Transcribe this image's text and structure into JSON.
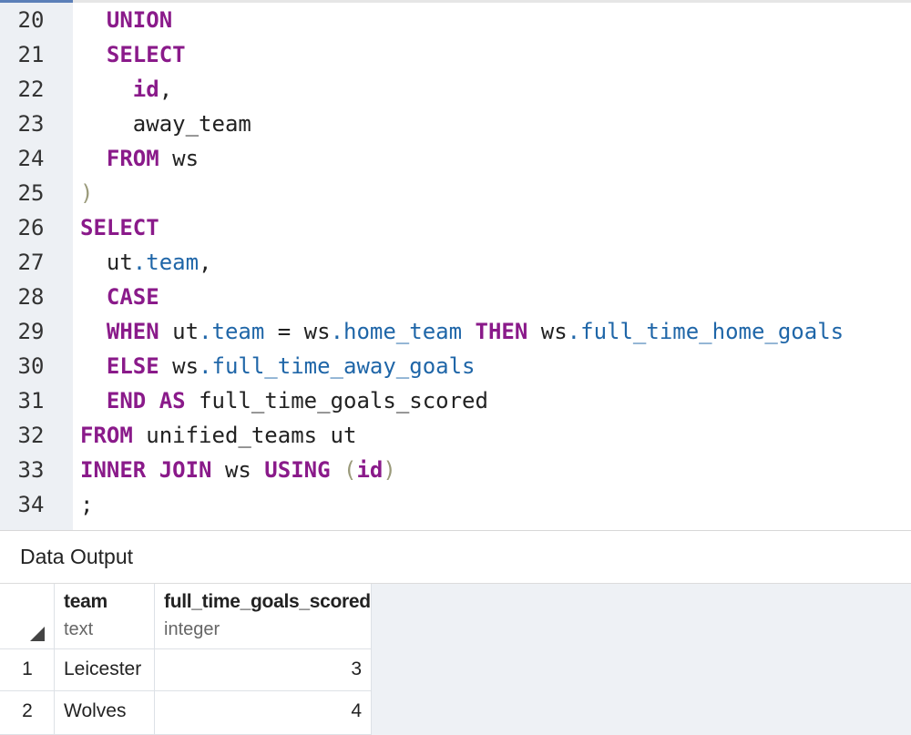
{
  "editor": {
    "lines": [
      {
        "num": "20",
        "tokens": [
          {
            "t": "  ",
            "c": ""
          },
          {
            "t": "UNION",
            "c": "kw"
          }
        ]
      },
      {
        "num": "21",
        "tokens": [
          {
            "t": "  ",
            "c": ""
          },
          {
            "t": "SELECT",
            "c": "kw"
          }
        ]
      },
      {
        "num": "22",
        "tokens": [
          {
            "t": "    ",
            "c": ""
          },
          {
            "t": "id",
            "c": "kw"
          },
          {
            "t": ",",
            "c": ""
          }
        ]
      },
      {
        "num": "23",
        "tokens": [
          {
            "t": "    away_team",
            "c": ""
          }
        ]
      },
      {
        "num": "24",
        "tokens": [
          {
            "t": "  ",
            "c": ""
          },
          {
            "t": "FROM",
            "c": "kw"
          },
          {
            "t": " ws",
            "c": ""
          }
        ]
      },
      {
        "num": "25",
        "tokens": [
          {
            "t": ")",
            "c": "paren"
          }
        ]
      },
      {
        "num": "26",
        "tokens": [
          {
            "t": "SELECT",
            "c": "kw"
          }
        ]
      },
      {
        "num": "27",
        "tokens": [
          {
            "t": "  ut",
            "c": ""
          },
          {
            "t": ".team",
            "c": "prop"
          },
          {
            "t": ",",
            "c": ""
          }
        ]
      },
      {
        "num": "28",
        "tokens": [
          {
            "t": "  ",
            "c": ""
          },
          {
            "t": "CASE",
            "c": "kw"
          }
        ]
      },
      {
        "num": "29",
        "tokens": [
          {
            "t": "  ",
            "c": ""
          },
          {
            "t": "WHEN",
            "c": "kw"
          },
          {
            "t": " ut",
            "c": ""
          },
          {
            "t": ".team",
            "c": "prop"
          },
          {
            "t": " = ws",
            "c": ""
          },
          {
            "t": ".home_team",
            "c": "prop"
          },
          {
            "t": " ",
            "c": ""
          },
          {
            "t": "THEN",
            "c": "kw"
          },
          {
            "t": " ws",
            "c": ""
          },
          {
            "t": ".full_time_home_goals",
            "c": "prop"
          }
        ]
      },
      {
        "num": "30",
        "tokens": [
          {
            "t": "  ",
            "c": ""
          },
          {
            "t": "ELSE",
            "c": "kw"
          },
          {
            "t": " ws",
            "c": ""
          },
          {
            "t": ".full_time_away_goals",
            "c": "prop"
          }
        ]
      },
      {
        "num": "31",
        "tokens": [
          {
            "t": "  ",
            "c": ""
          },
          {
            "t": "END",
            "c": "kw"
          },
          {
            "t": " ",
            "c": ""
          },
          {
            "t": "AS",
            "c": "kw"
          },
          {
            "t": " full_time_goals_scored",
            "c": ""
          }
        ]
      },
      {
        "num": "32",
        "tokens": [
          {
            "t": "FROM",
            "c": "kw"
          },
          {
            "t": " unified_teams ut",
            "c": ""
          }
        ]
      },
      {
        "num": "33",
        "tokens": [
          {
            "t": "INNER",
            "c": "kw"
          },
          {
            "t": " ",
            "c": ""
          },
          {
            "t": "JOIN",
            "c": "kw"
          },
          {
            "t": " ws ",
            "c": ""
          },
          {
            "t": "USING",
            "c": "kw"
          },
          {
            "t": " ",
            "c": ""
          },
          {
            "t": "(",
            "c": "paren"
          },
          {
            "t": "id",
            "c": "kw"
          },
          {
            "t": ")",
            "c": "paren"
          }
        ]
      },
      {
        "num": "34",
        "tokens": [
          {
            "t": ";",
            "c": ""
          }
        ]
      }
    ]
  },
  "panel": {
    "tab_label": "Data Output"
  },
  "grid": {
    "columns": [
      {
        "name": "team",
        "type": "text"
      },
      {
        "name": "full_time_goals_scored",
        "type": "integer"
      }
    ],
    "rows": [
      {
        "num": "1",
        "team": "Leicester",
        "goals": "3"
      },
      {
        "num": "2",
        "team": "Wolves",
        "goals": "4"
      }
    ]
  },
  "colors": {
    "keyword": "#8a1a8a",
    "property": "#1f66a8",
    "gutter": "#edf0f4"
  }
}
